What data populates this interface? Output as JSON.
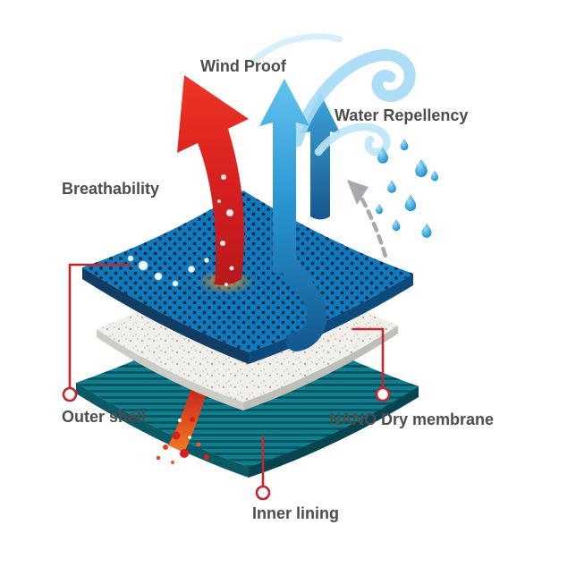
{
  "diagram": {
    "annotations": {
      "wind_proof": "Wind Proof",
      "water_repellency": "Water Repellency",
      "breathability": "Breathability"
    },
    "layer_callouts": {
      "outer_shell": "Outer shell",
      "nano_dry_membrane": "NANO Dry membrane",
      "inner_lining": "Inner lining"
    },
    "colors": {
      "label_text": "#4d4d4d",
      "callout_line": "#c1272d",
      "breathability_arrow_red": "#d61f1e",
      "windproof_arrow_blue": "#2a97d4",
      "wind_swirl_light_blue": "#aadcf5",
      "water_droplet_blue": "#3fa9e0",
      "repellency_arrow_gray": "#a7a9ac",
      "outer_shell_blue": "#1079bd",
      "membrane_white": "#f0efea",
      "inner_lining_teal": "#0f7f8e"
    }
  }
}
